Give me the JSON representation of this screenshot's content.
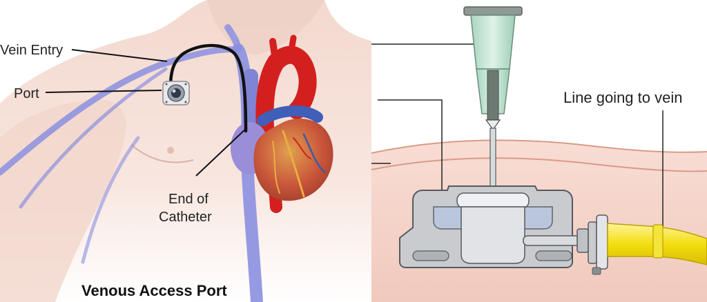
{
  "left_panel": {
    "labels": {
      "vein_entry": "Vein Entry",
      "port": "Port",
      "end_of_catheter_line1": "End of",
      "end_of_catheter_line2": "Catheter"
    },
    "caption": "Venous Access Port"
  },
  "right_panel": {
    "labels": {
      "line_to_vein": "Line going to vein"
    }
  },
  "colors": {
    "skin": "#f7e4dc",
    "vein": "#7f84d4",
    "artery": "#d41f1f",
    "heart": "#c8553a",
    "catheter": "#111111",
    "needle_hub": "#bde2cf",
    "port_body": "#c9cbcf",
    "tissue": "#f6d5cc",
    "tube": "#f3e01a"
  }
}
